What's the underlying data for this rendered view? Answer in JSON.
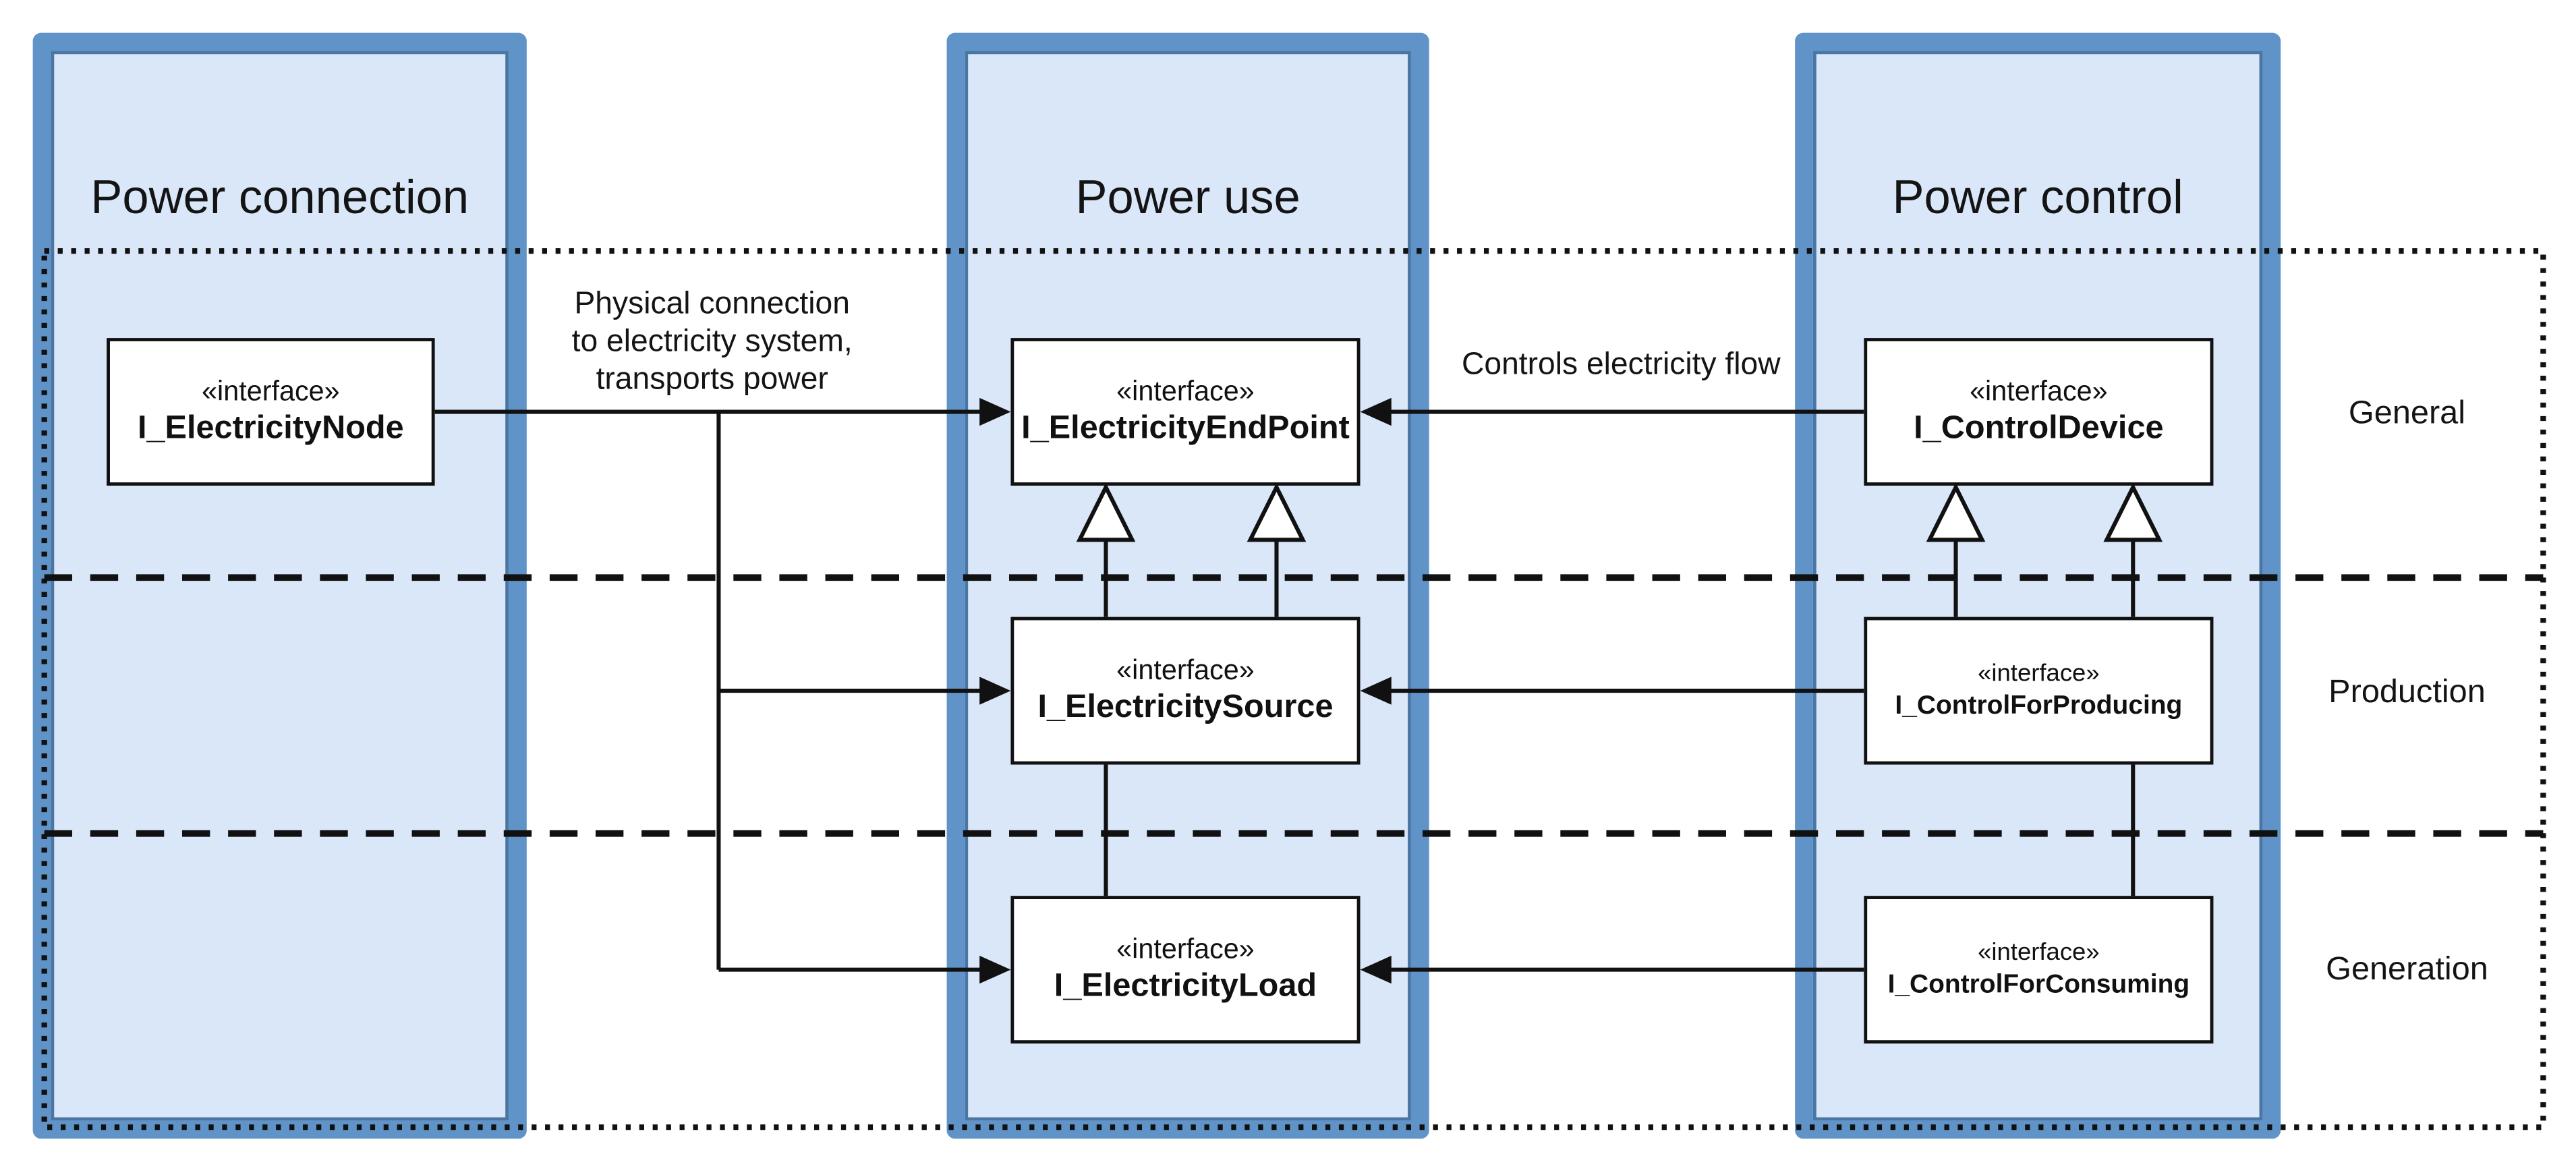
{
  "diagram": {
    "columns": [
      {
        "title": "Power connection"
      },
      {
        "title": "Power use"
      },
      {
        "title": "Power control"
      }
    ],
    "lanes": [
      {
        "label": "General"
      },
      {
        "label": "Production"
      },
      {
        "label": "Generation"
      }
    ],
    "interfaces": {
      "electricity_node": {
        "stereotype": "«interface»",
        "name": "I_ElectricityNode"
      },
      "electricity_end_point": {
        "stereotype": "«interface»",
        "name": "I_ElectricityEndPoint"
      },
      "electricity_source": {
        "stereotype": "«interface»",
        "name": "I_ElectricitySource"
      },
      "electricity_load": {
        "stereotype": "«interface»",
        "name": "I_ElectricityLoad"
      },
      "control_device": {
        "stereotype": "«interface»",
        "name": "I_ControlDevice"
      },
      "control_for_producing": {
        "stereotype": "«interface»",
        "name": "I_ControlForProducing"
      },
      "control_for_consuming": {
        "stereotype": "«interface»",
        "name": "I_ControlForConsuming"
      }
    },
    "edge_labels": {
      "physical_connection": "Physical connection\nto electricity system,\ntransports power",
      "controls_flow": "Controls electricity flow"
    },
    "colors": {
      "column_border": "#6093c8",
      "column_border_dark": "#4a76a4",
      "column_fill": "#d9e7f9",
      "line": "#111111"
    }
  }
}
